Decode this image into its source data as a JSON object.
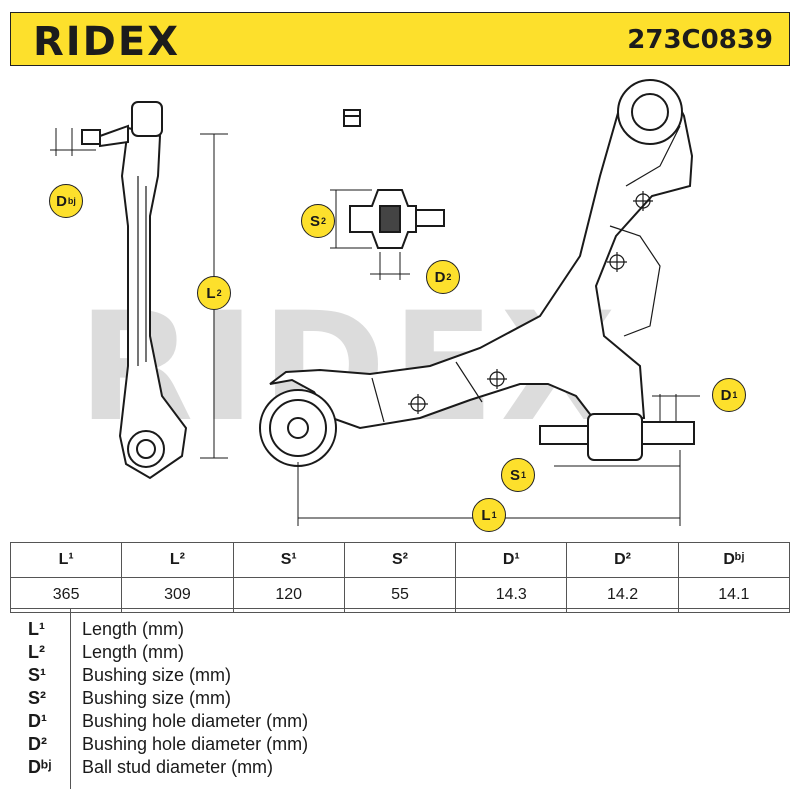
{
  "header": {
    "brand": "RIDEX",
    "part_number": "273C0839"
  },
  "watermark": "RIDEX",
  "badges": [
    {
      "label": "D",
      "sup": "bj"
    },
    {
      "label": "L",
      "sup": "2"
    },
    {
      "label": "S",
      "sup": "2"
    },
    {
      "label": "D",
      "sup": "2"
    },
    {
      "label": "D",
      "sup": "1"
    },
    {
      "label": "S",
      "sup": "1"
    },
    {
      "label": "L",
      "sup": "1"
    }
  ],
  "table": {
    "headers": [
      "L¹",
      "L²",
      "S¹",
      "S²",
      "D¹",
      "D²",
      "Dᵇʲ"
    ],
    "values": [
      "365",
      "309",
      "120",
      "55",
      "14.3",
      "14.2",
      "14.1"
    ]
  },
  "legend": [
    {
      "symbol": "L¹",
      "text": "Length (mm)"
    },
    {
      "symbol": "L²",
      "text": "Length (mm)"
    },
    {
      "symbol": "S¹",
      "text": "Bushing size (mm)"
    },
    {
      "symbol": "S²",
      "text": "Bushing size (mm)"
    },
    {
      "symbol": "D¹",
      "text": "Bushing hole diameter (mm)"
    },
    {
      "symbol": "D²",
      "text": "Bushing hole diameter (mm)"
    },
    {
      "symbol": "Dᵇʲ",
      "text": "Ball stud diameter (mm)"
    }
  ]
}
